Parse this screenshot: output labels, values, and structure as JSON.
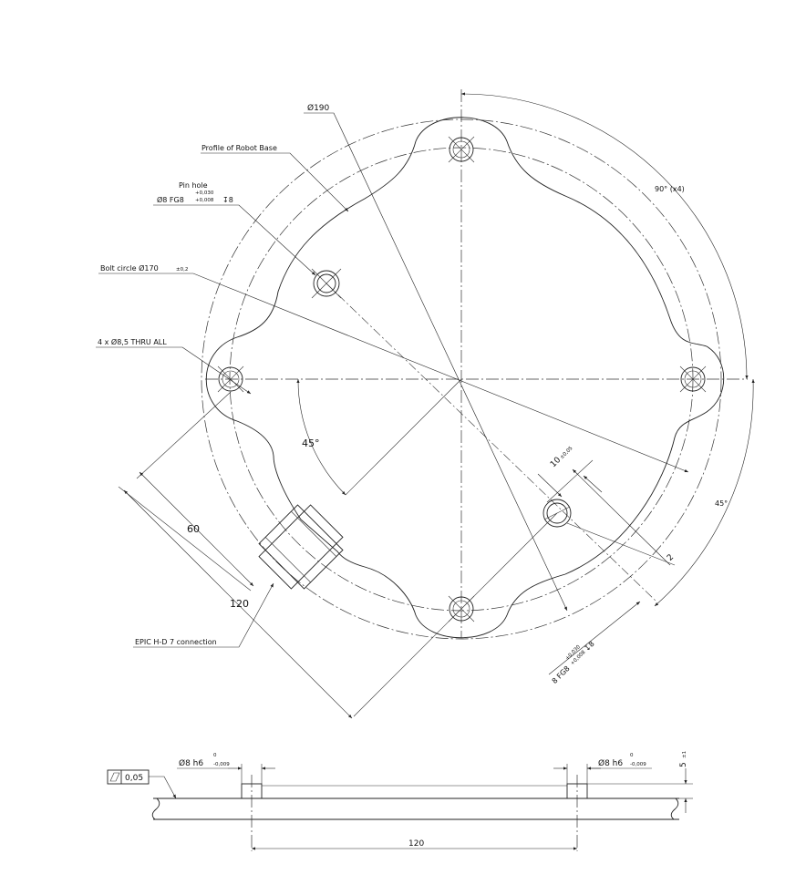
{
  "top_view": {
    "labels": {
      "dia190": "Ø190",
      "profile": "Profile of Robot Base",
      "pin_hole_title": "Pin hole",
      "pin_hole_spec": "Ø8 FG8",
      "pin_hole_tol_upper": "+0,030",
      "pin_hole_tol_lower": "+0,008",
      "pin_hole_depth": "↧8",
      "bolt_circle": "Bolt circle Ø170",
      "bolt_circle_tol": "±0,2",
      "holes": "4 x Ø8,5 THRU ALL",
      "angle_90": "90° (x4)",
      "angle_45_left": "45°",
      "angle_45_right": "45°",
      "dim_10": "10",
      "dim_10_tol": "±0,05",
      "dim_2": "2",
      "dim_60": "60",
      "dim_120": "120",
      "epic": "EPIC H-D 7 connection",
      "pin_right_spec": "8 FG8",
      "pin_right_tol_upper": "+0,030",
      "pin_right_tol_lower": "+0,008",
      "pin_right_depth": "↧8"
    }
  },
  "side_view": {
    "labels": {
      "flatness_value": "0,05",
      "pin_left_spec": "Ø8 h6",
      "pin_left_tol_upper": "0",
      "pin_left_tol_lower": "-0,009",
      "pin_right_spec": "Ø8 h6",
      "pin_right_tol_upper": "0",
      "pin_right_tol_lower": "-0,009",
      "thickness": "5",
      "thickness_tol": "±1",
      "dim_120": "120"
    }
  }
}
